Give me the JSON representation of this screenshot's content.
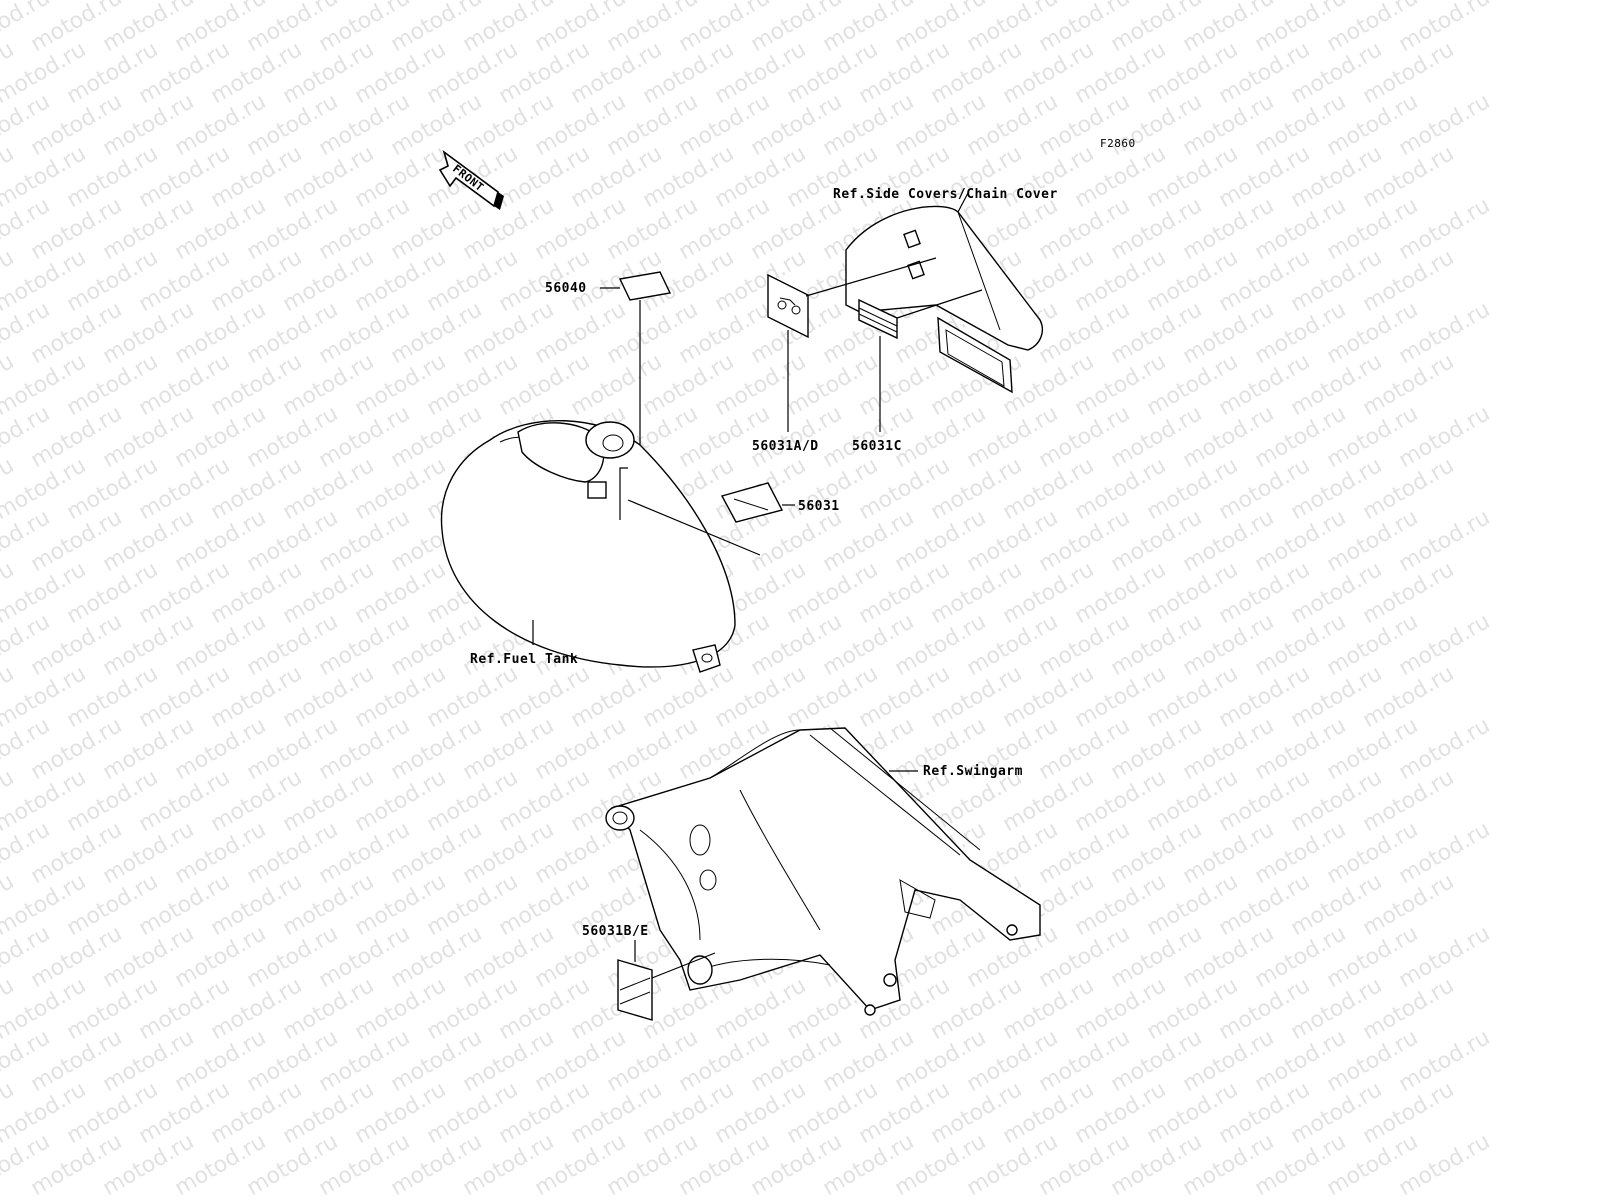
{
  "watermark": "motod.ru",
  "figure_code": "F2860",
  "front_label": "FRONT",
  "labels": {
    "side_covers": "Ref.Side Covers/Chain Cover",
    "fuel_tank": "Ref.Fuel Tank",
    "swingarm": "Ref.Swingarm",
    "p56040": "56040",
    "p56031": "56031",
    "p56031ad": "56031A/D",
    "p56031c": "56031C",
    "p56031be": "56031B/E"
  }
}
